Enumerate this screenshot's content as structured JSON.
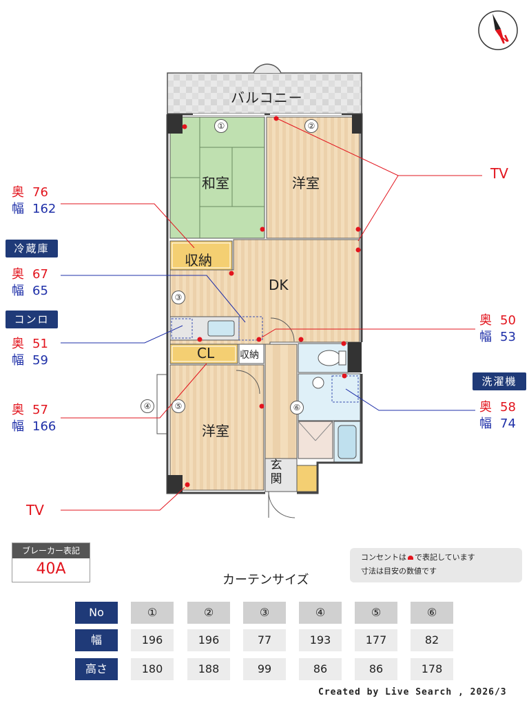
{
  "compass": {
    "label": "N"
  },
  "rooms": {
    "balcony": "バルコニー",
    "washitsu": "和室",
    "youshitsu_top": "洋室",
    "youshitsu_bottom": "洋室",
    "dk": "DK",
    "storage1": "収納",
    "storage2": "収納",
    "closet": "CL",
    "entrance": "玄関"
  },
  "window_markers": [
    "①",
    "②",
    "③",
    "④",
    "⑤",
    "⑥"
  ],
  "tv_labels": {
    "top": "TV",
    "bottom": "TV"
  },
  "dims_left": [
    {
      "d_label": "奥",
      "d_value": "76",
      "w_label": "幅",
      "w_value": "162"
    },
    {
      "tag": "冷蔵庫",
      "d_label": "奥",
      "d_value": "67",
      "w_label": "幅",
      "w_value": "65"
    },
    {
      "tag": "コンロ",
      "d_label": "奥",
      "d_value": "51",
      "w_label": "幅",
      "w_value": "59"
    },
    {
      "d_label": "奥",
      "d_value": "57",
      "w_label": "幅",
      "w_value": "166"
    }
  ],
  "dims_right": [
    {
      "d_label": "奥",
      "d_value": "50",
      "w_label": "幅",
      "w_value": "53"
    },
    {
      "tag": "洗濯機",
      "d_label": "奥",
      "d_value": "58",
      "w_label": "幅",
      "w_value": "74"
    }
  ],
  "breaker": {
    "label": "ブレーカー表記",
    "value": "40A"
  },
  "notes": {
    "line1": "コンセントは",
    "line1b": "で表記しています",
    "line2": "寸法は目安の数値です"
  },
  "curtain": {
    "title": "カーテンサイズ",
    "headers": [
      "No",
      "幅",
      "高さ"
    ],
    "numbers": [
      "①",
      "②",
      "③",
      "④",
      "⑤",
      "⑥"
    ],
    "widths": [
      "196",
      "196",
      "77",
      "193",
      "177",
      "82"
    ],
    "heights": [
      "180",
      "188",
      "99",
      "86",
      "86",
      "178"
    ]
  },
  "footer": "Created by Live Search , 2026/3",
  "colors": {
    "outlet": "#e2141d",
    "red_text": "#e2141d",
    "blue_text": "#1e2fa8",
    "tag_bg": "#1f3a78",
    "wood": "#f0d9b5",
    "tatami": "#bfe0b0"
  }
}
